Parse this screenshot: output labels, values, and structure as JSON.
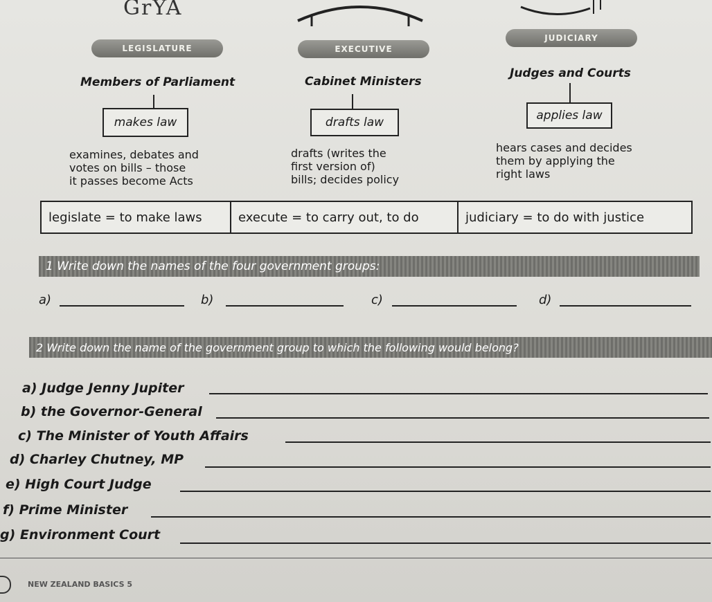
{
  "header_scrawl": "GrYA",
  "branches": [
    {
      "banner": "LEGISLATURE",
      "member": "Members of Parliament",
      "role": "makes law",
      "desc": [
        "examines, debates and",
        "votes on bills – those",
        "it passes become Acts"
      ]
    },
    {
      "banner": "EXECUTIVE",
      "member": "Cabinet Ministers",
      "role": "drafts law",
      "desc": [
        "drafts (writes the",
        "first version of)",
        "bills; decides policy"
      ]
    },
    {
      "banner": "JUDICIARY",
      "member": "Judges and Courts",
      "role": "applies law",
      "desc": [
        "hears cases and decides",
        "them by applying the",
        "right laws"
      ]
    }
  ],
  "definitions": [
    "legislate = to make laws",
    "execute = to carry out, to do",
    "judiciary = to do with justice"
  ],
  "q1": {
    "prompt": "1 Write down the names of the four government groups:",
    "labels": [
      "a)",
      "b)",
      "c)",
      "d)"
    ]
  },
  "q2": {
    "prompt": "2 Write down the name of the government group to which the following would belong?",
    "items": [
      "a) Judge Jenny Jupiter",
      "b) the Governor-General",
      "c) The Minister of Youth Affairs",
      "d) Charley Chutney, MP",
      "e) High Court Judge",
      "f) Prime Minister",
      "g) Environment Court"
    ]
  },
  "footer": "NEW ZEALAND BASICS 5"
}
